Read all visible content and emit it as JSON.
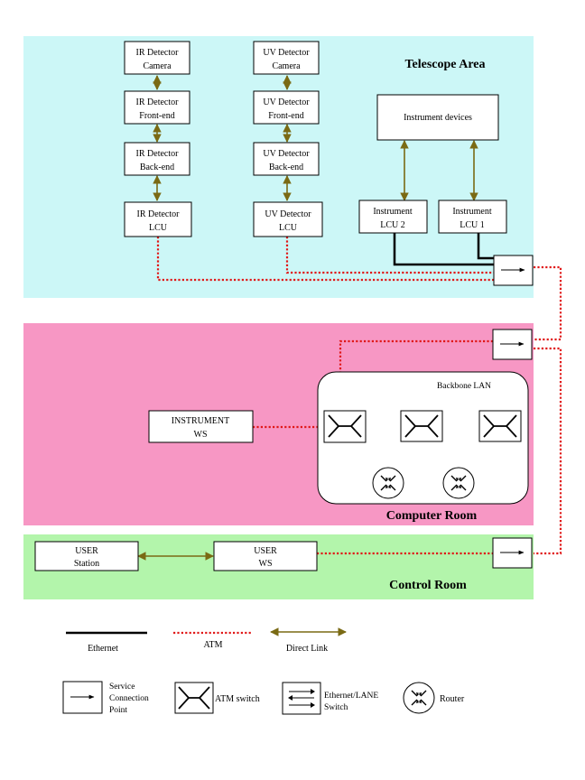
{
  "colors": {
    "telescope_area": "#ccf7f7",
    "computer_room": "#f797c4",
    "control_room": "#b3f5ab",
    "ethernet": "#000000",
    "atm": "#e01818",
    "direct_link": "#7a6a14"
  },
  "zones": {
    "telescope": "Telescope Area",
    "computer": "Computer Room",
    "control": "Control Room"
  },
  "boxes": {
    "ir_camera": [
      "IR Detector",
      "Camera"
    ],
    "ir_frontend": [
      "IR Detector",
      "Front-end"
    ],
    "ir_backend": [
      "IR Detector",
      "Back-end"
    ],
    "ir_lcu": [
      "IR Detector",
      "LCU"
    ],
    "uv_camera": [
      "UV Detector",
      "Camera"
    ],
    "uv_frontend": [
      "UV Detector",
      "Front-end"
    ],
    "uv_backend": [
      "UV Detector",
      "Back-end"
    ],
    "uv_lcu": [
      "UV Detector",
      "LCU"
    ],
    "instrument_devices": [
      "Instrument devices"
    ],
    "instrument_lcu2": [
      "Instrument",
      "LCU 2"
    ],
    "instrument_lcu1": [
      "Instrument",
      "LCU 1"
    ],
    "instrument_ws": [
      "INSTRUMENT",
      "WS"
    ],
    "user_station": [
      "USER",
      "Station"
    ],
    "user_ws": [
      "USER",
      "WS"
    ]
  },
  "backbone_label": "Backbone LAN",
  "legend": {
    "ethernet": "Ethernet",
    "atm": "ATM",
    "direct_link": "Direct Link",
    "service_point": [
      "Service",
      "Connection",
      "Point"
    ],
    "atm_switch": "ATM switch",
    "ethernet_lane_switch": [
      "Ethernet/LANE",
      "Switch"
    ],
    "router": "Router"
  },
  "icons": {
    "service_point": "right-arrow-icon",
    "atm_switch": "crossed-lines-icon",
    "ethernet_lane_switch": "double-arrow-icon",
    "router": "router-icon"
  }
}
